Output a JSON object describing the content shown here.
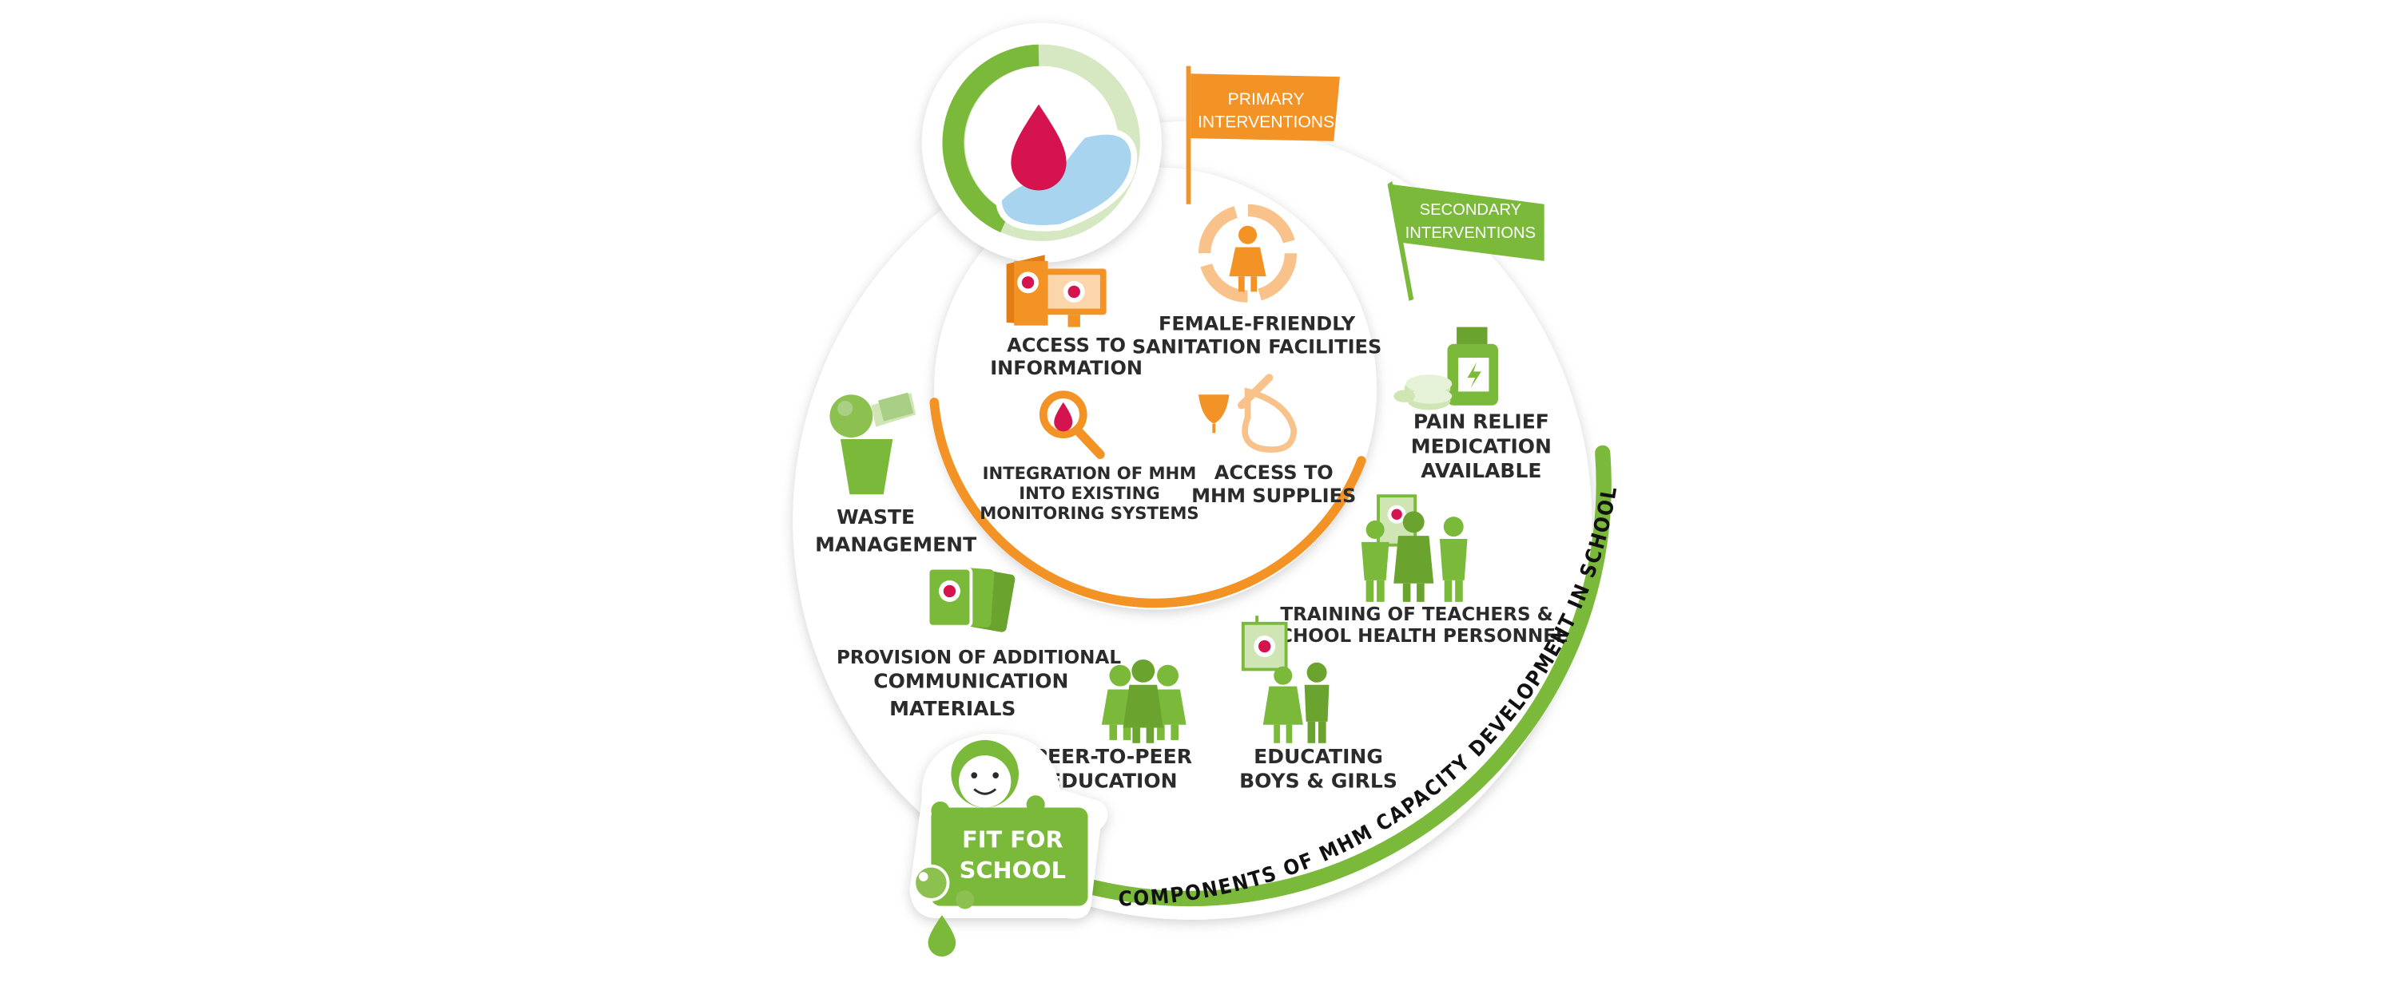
{
  "colors": {
    "green": "#7ab93a",
    "dark_green": "#6ba32f",
    "orange": "#f39325",
    "light_orange": "#f9c28a",
    "red": "#d5134f",
    "light_blue": "#a9d4ef",
    "text": "#2b2b2b"
  },
  "flags": {
    "primary": [
      "PRIMARY",
      "INTERVENTIONS"
    ],
    "secondary": [
      "SECONDARY",
      "INTERVENTIONS"
    ]
  },
  "primary_items": {
    "access_info": [
      "ACCESS TO",
      "INFORMATION"
    ],
    "sanitation": [
      "FEMALE-FRIENDLY",
      "SANITATION FACILITIES"
    ],
    "integration": [
      "INTEGRATION OF MHM",
      "INTO EXISTING",
      "MONITORING SYSTEMS"
    ],
    "supplies": [
      "ACCESS TO",
      "MHM SUPPLIES"
    ]
  },
  "secondary_items": {
    "pain_relief": [
      "PAIN RELIEF",
      "MEDICATION",
      "AVAILABLE"
    ],
    "training": [
      "TRAINING OF TEACHERS &",
      "SCHOOL HEALTH PERSONNEL"
    ],
    "educating": [
      "EDUCATING",
      "BOYS & GIRLS"
    ],
    "peer": [
      "PEER-TO-PEER",
      "EDUCATION"
    ],
    "communication": [
      "PROVISION OF ADDITIONAL",
      "COMMUNICATION",
      "MATERIALS"
    ],
    "waste": [
      "WASTE",
      "MANAGEMENT"
    ]
  },
  "logo": [
    "FIT FOR",
    "SCHOOL"
  ],
  "arc_caption": "COMPONENTS OF MHM CAPACITY DEVELOPMENT IN SCHOOLS"
}
